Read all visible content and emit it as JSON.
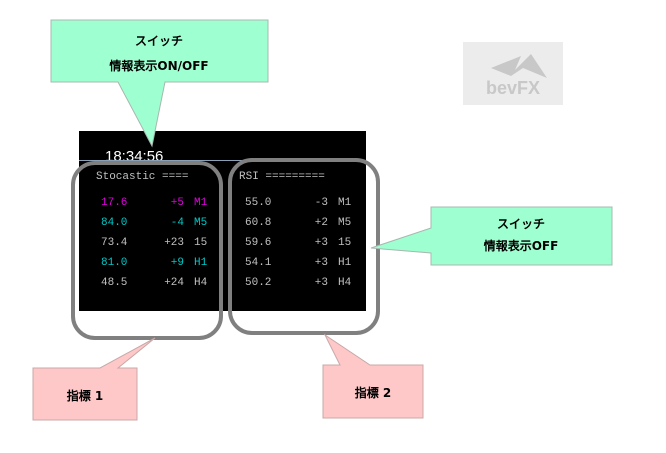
{
  "callouts": {
    "top": {
      "line1": "スイッチ",
      "line2": "情報表示ON/OFF"
    },
    "right": {
      "line1": "スイッチ",
      "line2": "情報表示OFF"
    },
    "ind1": "指標 1",
    "ind2": "指標 2"
  },
  "logo": "bevFX",
  "panel": {
    "time": "18:34:56",
    "stoch": {
      "header": "Stocastic ====",
      "rows": [
        {
          "value": "17.6",
          "change": "+5",
          "tf": "M1",
          "color": "#e000e0"
        },
        {
          "value": "84.0",
          "change": "-4",
          "tf": "M5",
          "color": "#00c8c8"
        },
        {
          "value": "73.4",
          "change": "+23",
          "tf": "15",
          "color": "#c0c0c0"
        },
        {
          "value": "81.0",
          "change": "+9",
          "tf": "H1",
          "color": "#00c8c8"
        },
        {
          "value": "48.5",
          "change": "+24",
          "tf": "H4",
          "color": "#c0c0c0"
        }
      ]
    },
    "rsi": {
      "header": "RSI =========",
      "rows": [
        {
          "value": "55.0",
          "change": "-3",
          "tf": "M1"
        },
        {
          "value": "60.8",
          "change": "+2",
          "tf": "M5"
        },
        {
          "value": "59.6",
          "change": "+3",
          "tf": "15"
        },
        {
          "value": "54.1",
          "change": "+3",
          "tf": "H1"
        },
        {
          "value": "50.2",
          "change": "+3",
          "tf": "H4"
        }
      ]
    }
  }
}
